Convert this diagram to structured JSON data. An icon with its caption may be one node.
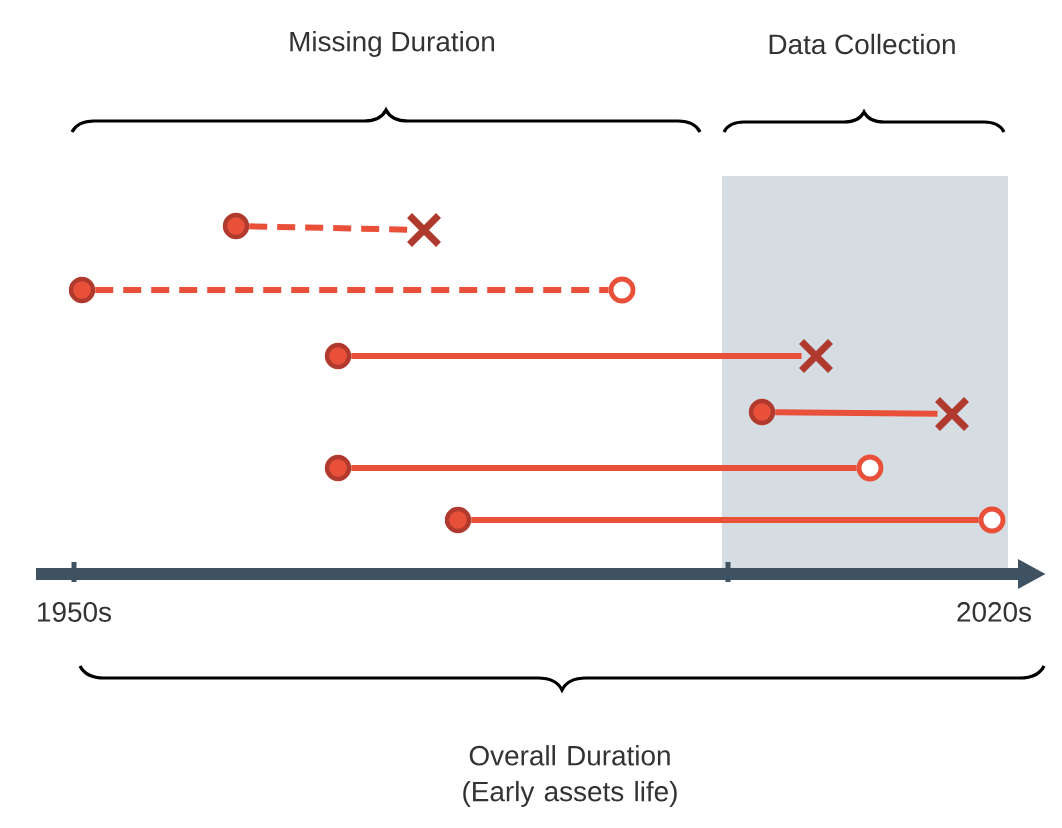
{
  "diagram": {
    "nodes": [
      {
        "text": [],
        "shape": "circle"
      },
      {
        "text": [],
        "shape": "cross"
      },
      {
        "text": [],
        "shape": "circle"
      },
      {
        "text": [],
        "shape": "ring"
      },
      {
        "text": [],
        "shape": "circle"
      },
      {
        "text": [],
        "shape": "cross"
      },
      {
        "text": [],
        "shape": "circle"
      },
      {
        "text": [],
        "shape": "cross"
      },
      {
        "text": [],
        "shape": "circle"
      },
      {
        "text": [],
        "shape": "ring"
      },
      {
        "text": [],
        "shape": "circle"
      },
      {
        "text": [],
        "shape": "ring"
      }
    ],
    "edges": [
      {
        "from": 0,
        "to": 1,
        "arrow": "none",
        "style": "dashed"
      },
      {
        "from": 2,
        "to": 3,
        "arrow": "none",
        "style": "dashed"
      },
      {
        "from": 4,
        "to": 5,
        "arrow": "none"
      },
      {
        "from": 6,
        "to": 7,
        "arrow": "none"
      },
      {
        "from": 8,
        "to": 9,
        "arrow": "none"
      },
      {
        "from": 10,
        "to": 11,
        "arrow": "none"
      }
    ],
    "labels": [
      "Missing Duration",
      "Data Collection",
      "1950s",
      "2020s",
      "Overall Duration (Early assets life)"
    ]
  }
}
